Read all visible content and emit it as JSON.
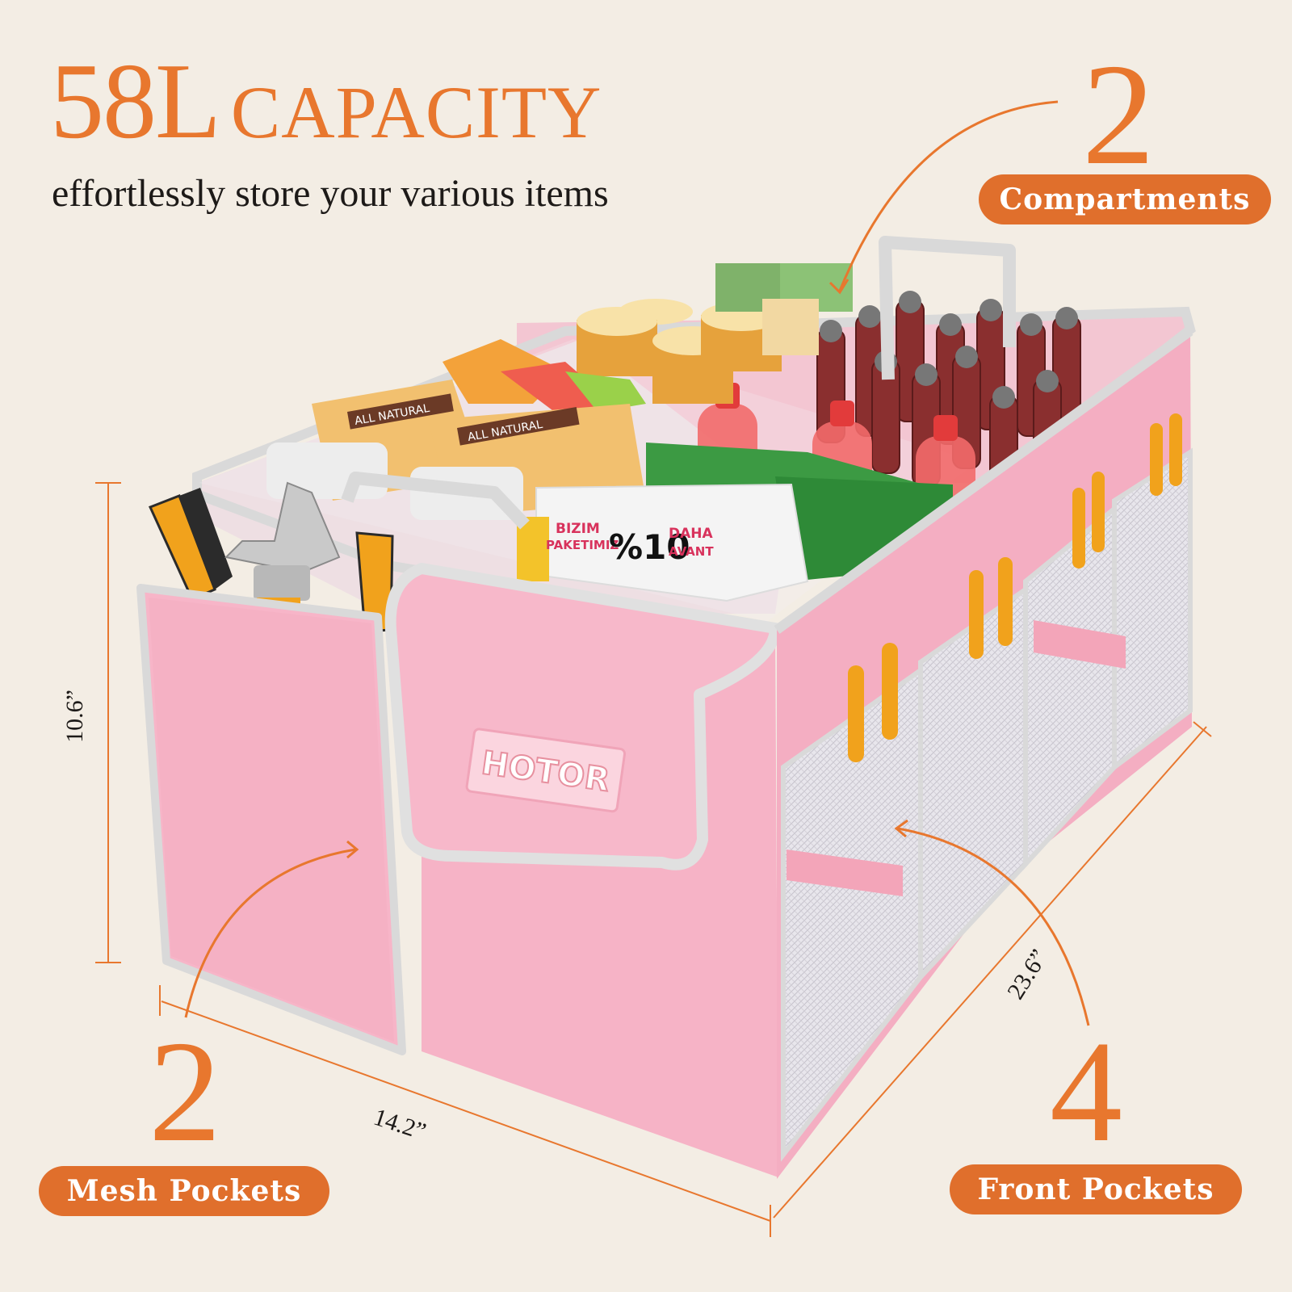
{
  "headline": {
    "number": "58L",
    "word": "CAPACITY",
    "subtitle": "effortlessly store your various items"
  },
  "callouts": {
    "compartments": {
      "number": "2",
      "label": "Compartments"
    },
    "mesh_pockets": {
      "number": "2",
      "label": "Mesh Pockets"
    },
    "front_pockets": {
      "number": "4",
      "label": "Front Pockets"
    }
  },
  "dimensions": {
    "height": "10.6”",
    "width": "14.2”",
    "length": "23.6”"
  },
  "product": {
    "brand_logo": "HOTOR",
    "package_text": [
      "BIZIM",
      "PAKETIMIZ",
      "%10",
      "DAHA",
      "AVANT"
    ],
    "snack_label": "ALL NATURAL"
  },
  "colors": {
    "accent": "#e8772e",
    "pill": "#e06f2c",
    "background": "#f3ede4",
    "organizer": "#f6b8c8",
    "trim": "#dcdcdc"
  }
}
